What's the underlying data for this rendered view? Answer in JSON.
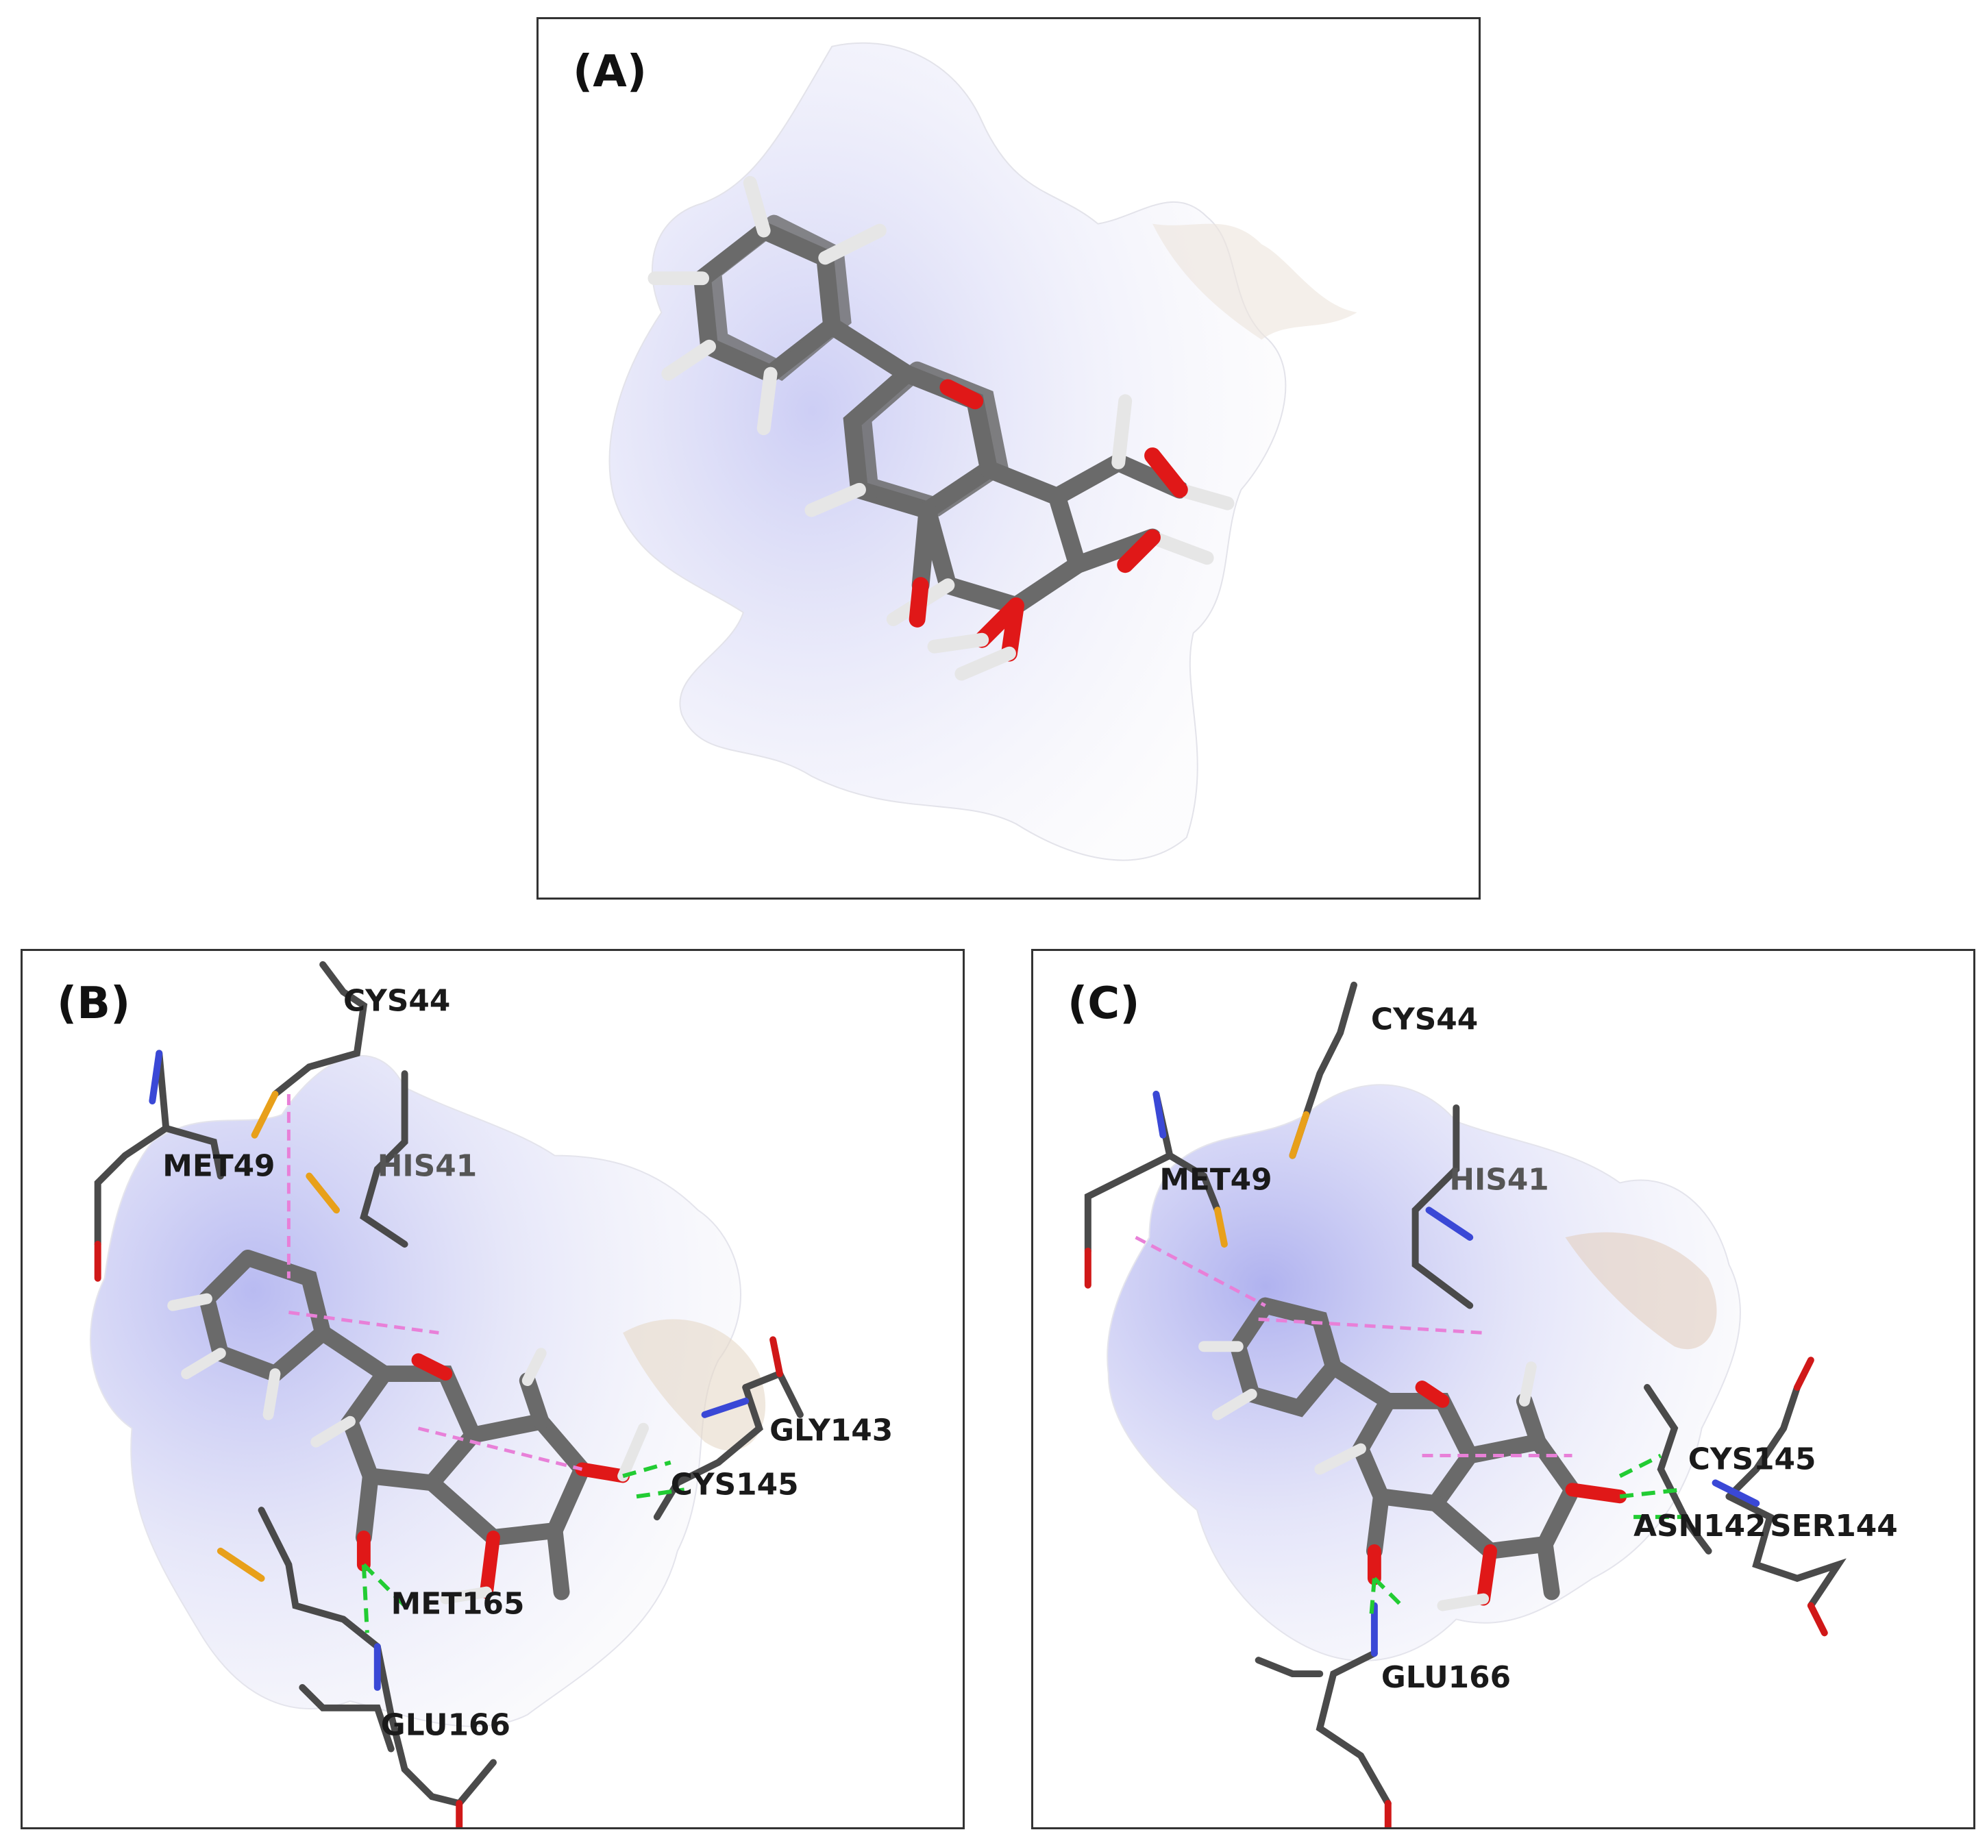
{
  "figure": {
    "panels": [
      {
        "label": "(A)",
        "residues": []
      },
      {
        "label": "(B)",
        "residues": [
          "CYS44",
          "MET49",
          "HIS41",
          "GLY143",
          "CYS145",
          "MET165",
          "GLU166"
        ]
      },
      {
        "label": "(C)",
        "residues": [
          "CYS44",
          "MET49",
          "HIS41",
          "CYS145",
          "ASN142",
          "SER144",
          "GLU166"
        ]
      }
    ]
  },
  "colors": {
    "surface_blue": "#8f92e8",
    "surface_tan": "#d9c6b0",
    "carbon": "#6a6a6a",
    "oxygen": "#e01818",
    "hydrogen": "#e6e6e6",
    "nitrogen": "#3a48d6",
    "sulfur": "#e8a01a",
    "hbond": "#22cc33",
    "pi_interaction": "#e880d8"
  }
}
